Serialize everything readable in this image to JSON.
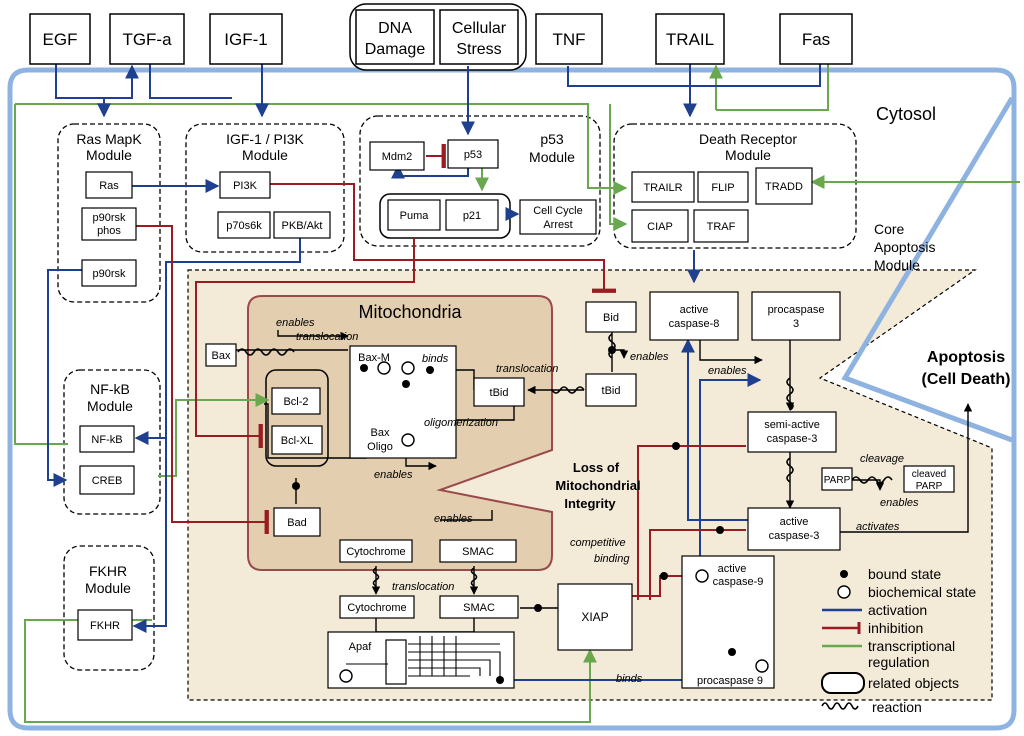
{
  "colors": {
    "activation": "#1f3f8f",
    "inhibition": "#9b1b22",
    "transcriptional": "#6aa84f",
    "cytosol_border": "#8fb3e0",
    "core_fill": "#f3ead8",
    "mito_fill": "#e3cfb0",
    "mito_border": "#9b4a4a"
  },
  "inputs": {
    "egf": "EGF",
    "tgfa": "TGF-a",
    "igf1": "IGF-1",
    "dna_damage_1": "DNA",
    "dna_damage_2": "Damage",
    "cell_stress_1": "Cellular",
    "cell_stress_2": "Stress",
    "tnf": "TNF",
    "trail": "TRAIL",
    "fas": "Fas"
  },
  "regions": {
    "cytosol": "Cytosol",
    "core_1": "Core",
    "core_2": "Apoptosis",
    "core_3": "Module",
    "apoptosis_1": "Apoptosis",
    "apoptosis_2": "(Cell Death)",
    "mitochondria": "Mitochondria",
    "loss_1": "Loss of",
    "loss_2": "Mitochondrial",
    "loss_3": "Integrity"
  },
  "modules": {
    "rasmapk_1": "Ras MapK",
    "rasmapk_2": "Module",
    "igf_1": "IGF-1 / PI3K",
    "igf_2": "Module",
    "p53_1": "p53",
    "p53_2": "Module",
    "dr_1": "Death Receptor",
    "dr_2": "Module",
    "nfkb_1": "NF-kB",
    "nfkb_2": "Module",
    "fkhr_1": "FKHR",
    "fkhr_2": "Module"
  },
  "nodes": {
    "ras": "Ras",
    "p90rsk_phos_1": "p90rsk",
    "p90rsk_phos_2": "phos",
    "p90rsk": "p90rsk",
    "pi3k": "PI3K",
    "p70s6k": "p70s6k",
    "pkb": "PKB/Akt",
    "mdm2": "Mdm2",
    "p53": "p53",
    "puma": "Puma",
    "p21": "p21",
    "cca_1": "Cell Cycle",
    "cca_2": "Arrest",
    "trailr": "TRAILR",
    "flip": "FLIP",
    "tradd": "TRADD",
    "ciap": "CIAP",
    "traf": "TRAF",
    "nfkb": "NF-kB",
    "creb": "CREB",
    "fkhr": "FKHR",
    "bax": "Bax",
    "bax_m": "Bax-M",
    "bax_oligo_1": "Bax",
    "bax_oligo_2": "Oligo",
    "bcl2": "Bcl-2",
    "bclxl": "Bcl-XL",
    "bad": "Bad",
    "tbid_m": "tBid",
    "tbid": "tBid",
    "bid": "Bid",
    "casp8_1": "active",
    "casp8_2": "caspase-8",
    "procasp3_1": "procaspase",
    "procasp3_2": "3",
    "semicasp3_1": "semi-active",
    "semicasp3_2": "caspase-3",
    "casp3_1": "active",
    "casp3_2": "caspase-3",
    "parp": "PARP",
    "cparp_1": "cleaved",
    "cparp_2": "PARP",
    "cyto_m": "Cytochrome",
    "smac_m": "SMAC",
    "cyto": "Cytochrome",
    "smac": "SMAC",
    "xiap": "XIAP",
    "apaf": "Apaf",
    "casp9_1": "active",
    "casp9_2": "caspase-9",
    "procasp9": "procaspase 9"
  },
  "edge_labels": {
    "enables_top": "enables",
    "translocation_top": "translocation",
    "binds_top": "binds",
    "translocation_tbid": "translocation",
    "oligomerization": "oligomerization",
    "enables_oligo": "enables",
    "enables_casp8_a": "enables",
    "enables_casp8_b": "enables",
    "cleavage": "cleavage",
    "enables_parp": "enables",
    "activates": "activates",
    "competitive_1": "competitive",
    "competitive_2": "binding",
    "enables_mid": "enables",
    "translocation_mid": "translocation",
    "binds_bottom": "binds"
  },
  "legend": {
    "bound": "bound state",
    "biochem": "biochemical state",
    "activation": "activation",
    "inhibition": "inhibition",
    "transcr_1": "transcriptional",
    "transcr_2": "regulation",
    "related": "related objects",
    "reaction": "reaction"
  }
}
